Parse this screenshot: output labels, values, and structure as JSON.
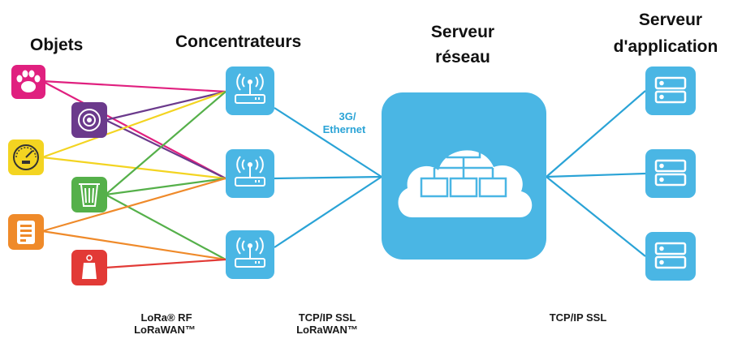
{
  "headers": {
    "objects": "Objets",
    "gateways": "Concentrateurs",
    "network_server_line1": "Serveur",
    "network_server_line2": "réseau",
    "app_server_line1": "Serveur",
    "app_server_line2": "d'application"
  },
  "link_label": {
    "line1": "3G/",
    "line2": "Ethernet"
  },
  "bottom_labels": {
    "left_line1": "LoRa® RF",
    "left_line2": "LoRaWAN™",
    "middle_line1": "TCP/IP SSL",
    "middle_line2": "LoRaWAN™",
    "right_line1": "TCP/IP SSL"
  },
  "colors": {
    "pet_tracker": "#e0207f",
    "smoke_detector": "#6b3a8c",
    "meter": "#f3d421",
    "trash_bin": "#55b04a",
    "parking": "#ef8a2a",
    "alarm": "#e23a36",
    "gateway": "#4ab6e4",
    "cloud": "#4ab6e4",
    "server": "#4ab6e4",
    "links": "#2aa3d6"
  },
  "objects": [
    {
      "name": "pet-tracker",
      "icon": "paw-icon"
    },
    {
      "name": "smoke-detector",
      "icon": "smoke-detector-icon"
    },
    {
      "name": "meter",
      "icon": "gauge-icon"
    },
    {
      "name": "trash-bin",
      "icon": "trash-icon"
    },
    {
      "name": "parking-sensor",
      "icon": "parking-icon"
    },
    {
      "name": "alarm",
      "icon": "alarm-tag-icon"
    }
  ],
  "gateways": [
    {
      "icon": "antenna-icon"
    },
    {
      "icon": "antenna-icon"
    },
    {
      "icon": "antenna-icon"
    }
  ],
  "application_servers": [
    {
      "icon": "server-icon"
    },
    {
      "icon": "server-icon"
    },
    {
      "icon": "server-icon"
    }
  ]
}
